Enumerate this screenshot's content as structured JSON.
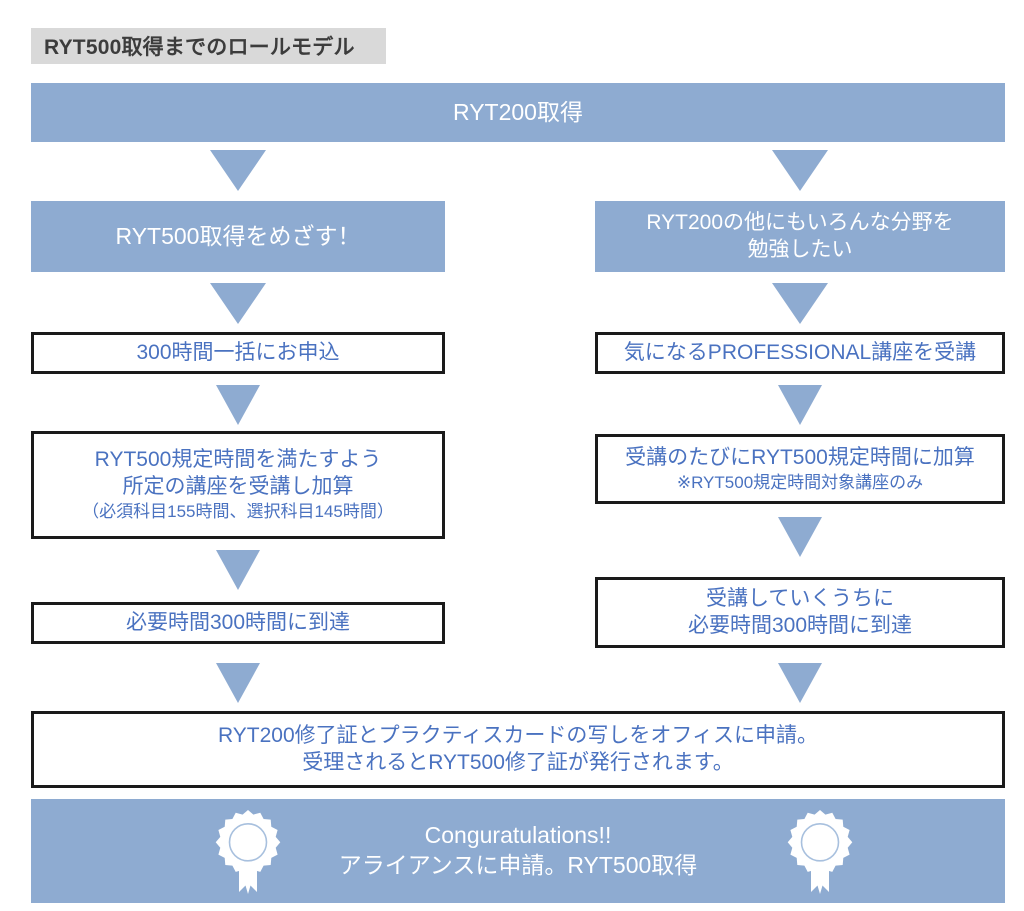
{
  "title": {
    "text": "RYT500取得までのロールモデル"
  },
  "colors": {
    "accent_blue": "#8eabd1",
    "box_text_blue": "#4a72c0",
    "title_bg_gray": "#d9d9d9",
    "title_text": "#3c3c3c",
    "border_black": "#1a1a1a",
    "white": "#ffffff"
  },
  "flow": {
    "start": {
      "label": "RYT200取得",
      "style": "filled"
    },
    "left_branch": [
      {
        "id": "left-1",
        "style": "filled",
        "lines": [
          "RYT500取得をめざす！"
        ]
      },
      {
        "id": "left-2",
        "style": "outlined",
        "lines": [
          "300時間一括にお申込"
        ]
      },
      {
        "id": "left-3",
        "style": "outlined",
        "lines": [
          "RYT500規定時間を満たすよう",
          "所定の講座を受講し加算",
          "（必須科目155時間、選択科目145時間）"
        ]
      },
      {
        "id": "left-4",
        "style": "outlined",
        "lines": [
          "必要時間300時間に到達"
        ]
      }
    ],
    "right_branch": [
      {
        "id": "right-1",
        "style": "filled",
        "lines": [
          "RYT200の他にもいろんな分野を",
          "勉強したい"
        ]
      },
      {
        "id": "right-2",
        "style": "outlined",
        "lines": [
          "気になるPROFESSIONAL講座を受講"
        ]
      },
      {
        "id": "right-3",
        "style": "outlined",
        "lines": [
          "受講のたびにRYT500規定時間に加算",
          "※RYT500規定時間対象講座のみ"
        ]
      },
      {
        "id": "right-4",
        "style": "outlined",
        "lines": [
          "受講していくうちに",
          "必要時間300時間に到達"
        ]
      }
    ],
    "merge": {
      "style": "outlined",
      "lines": [
        "RYT200修了証とプラクティスカードの写しをオフィスに申請。",
        "受理されるとRYT500修了証が発行されます。"
      ]
    },
    "finish": {
      "style": "filled",
      "lines": [
        "Conguratulations!!",
        "アライアンスに申請。RYT500取得"
      ],
      "left_icon": "rosette-award-icon",
      "right_icon": "rosette-award-icon"
    }
  }
}
